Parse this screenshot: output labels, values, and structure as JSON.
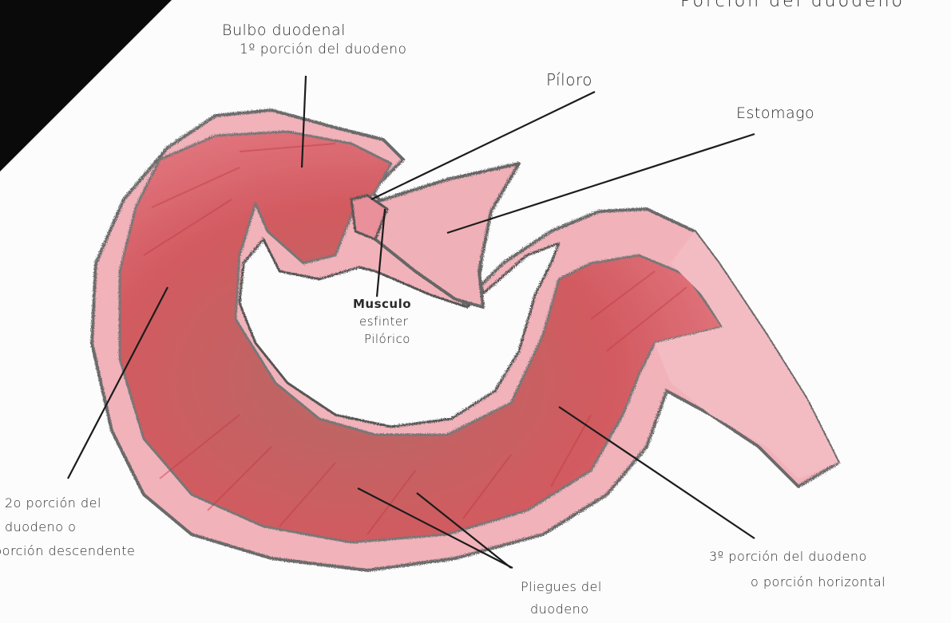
{
  "labels": {
    "title_fragment": "Porcion del duodeno",
    "bulbo": {
      "line1": "Bulbo duodenal",
      "line2": "1º porción del duodeno"
    },
    "piloro": "Píloro",
    "estomago": "Estomago",
    "musculo": {
      "line1": "Musculo",
      "line2": "esfinter",
      "line3": "Pilórico"
    },
    "segunda": {
      "line1": "2o porción del",
      "line2": "duodeno o",
      "line3": "porción descendente"
    },
    "pliegues": {
      "line1": "Pliegues del",
      "line2": "duodeno"
    },
    "tercera": {
      "line1": "3º porción del duodeno",
      "line2": "o porción horizontal"
    }
  },
  "colors": {
    "tissue_light": "#f1aab2",
    "tissue_mid": "#e47a84",
    "tissue_deep": "#cc4a50",
    "tissue_shade": "#9c6c66",
    "outline": "#666666",
    "leader": "#1c1c1c"
  }
}
